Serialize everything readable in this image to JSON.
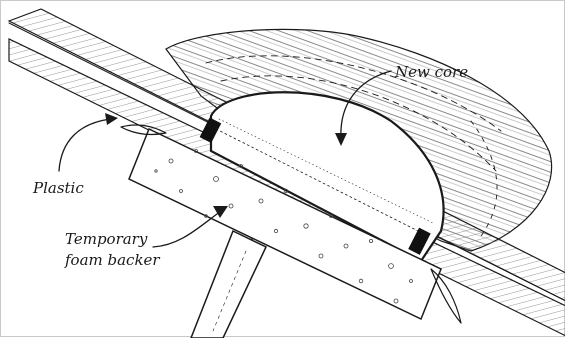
{
  "figure": {
    "labels": {
      "new_core": "New core",
      "plastic": "Plastic",
      "foam_line1": "Temporary",
      "foam_line2": "foam backer"
    }
  }
}
